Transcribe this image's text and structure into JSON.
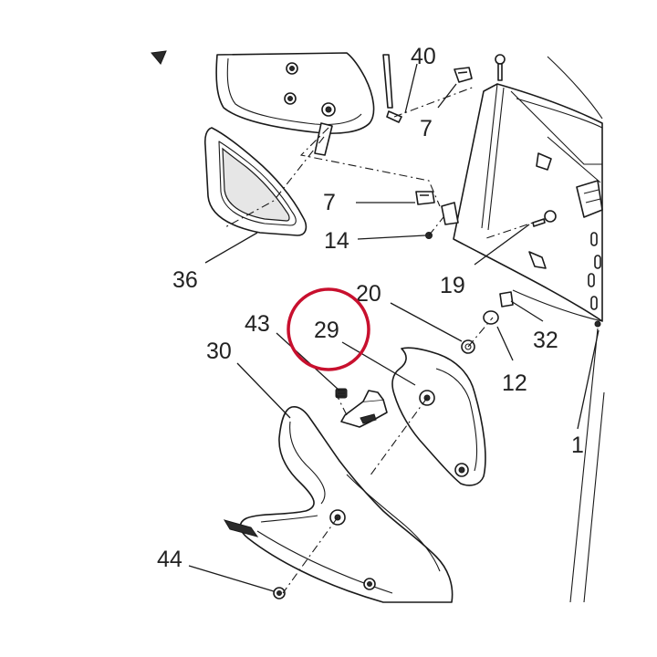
{
  "colors": {
    "highlight_ring": "#c8102e",
    "line": "#1a1a1a",
    "background": "#ffffff"
  },
  "highlighted_callout": "29",
  "callouts": [
    {
      "id": "c40",
      "label": "40"
    },
    {
      "id": "c7a",
      "label": "7"
    },
    {
      "id": "c7b",
      "label": "7"
    },
    {
      "id": "c14",
      "label": "14"
    },
    {
      "id": "c36",
      "label": "36"
    },
    {
      "id": "c19",
      "label": "19"
    },
    {
      "id": "c20",
      "label": "20"
    },
    {
      "id": "c29",
      "label": "29"
    },
    {
      "id": "c43",
      "label": "43"
    },
    {
      "id": "c30",
      "label": "30"
    },
    {
      "id": "c32",
      "label": "32"
    },
    {
      "id": "c12",
      "label": "12"
    },
    {
      "id": "c1",
      "label": "1"
    },
    {
      "id": "c44",
      "label": "44"
    }
  ]
}
